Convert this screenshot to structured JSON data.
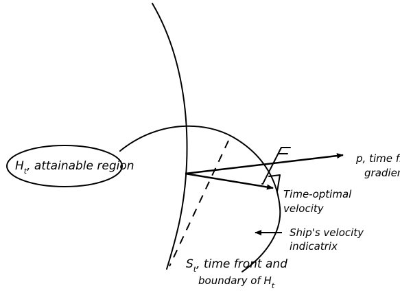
{
  "region": {
    "symbol": "H",
    "sub": "t",
    "text": ", attainable region"
  },
  "gradient": {
    "line1": "p, time front",
    "line2": "gradient"
  },
  "optimal": {
    "line1": "Time-optimal",
    "line2": "velocity"
  },
  "indicatrix": {
    "line1": "Ship's velocity",
    "line2": "indicatrix"
  },
  "front": {
    "symbol": "S",
    "sub": "t",
    "line1_rest": ", time front and",
    "line2": "boundary of H",
    "line2_sub": "t"
  },
  "icons": {
    "top_right": "wind-flag-symbol"
  }
}
